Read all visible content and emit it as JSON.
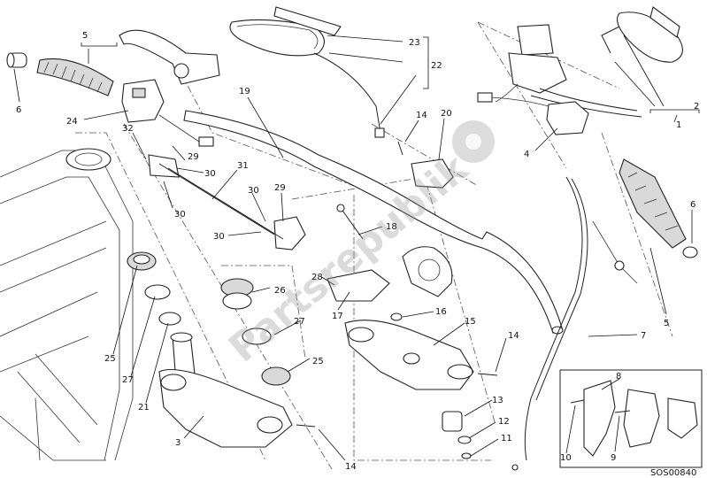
{
  "diagram_code": "SOS00840",
  "watermark": "Partsrepublik",
  "callouts": [
    {
      "id": "c1",
      "text": "1"
    },
    {
      "id": "c2",
      "text": "2"
    },
    {
      "id": "c3",
      "text": "3"
    },
    {
      "id": "c4",
      "text": "4"
    },
    {
      "id": "c5a",
      "text": "5"
    },
    {
      "id": "c5b",
      "text": "5"
    },
    {
      "id": "c6a",
      "text": "6"
    },
    {
      "id": "c6b",
      "text": "6"
    },
    {
      "id": "c7",
      "text": "7"
    },
    {
      "id": "c8",
      "text": "8"
    },
    {
      "id": "c9",
      "text": "9"
    },
    {
      "id": "c10",
      "text": "10"
    },
    {
      "id": "c11",
      "text": "11"
    },
    {
      "id": "c12",
      "text": "12"
    },
    {
      "id": "c13",
      "text": "13"
    },
    {
      "id": "c14a",
      "text": "14"
    },
    {
      "id": "c14b",
      "text": "14"
    },
    {
      "id": "c14c",
      "text": "14"
    },
    {
      "id": "c15",
      "text": "15"
    },
    {
      "id": "c16",
      "text": "16"
    },
    {
      "id": "c17",
      "text": "17"
    },
    {
      "id": "c18",
      "text": "18"
    },
    {
      "id": "c19",
      "text": "19"
    },
    {
      "id": "c20",
      "text": "20"
    },
    {
      "id": "c21",
      "text": "21"
    },
    {
      "id": "c22",
      "text": "22"
    },
    {
      "id": "c23",
      "text": "23"
    },
    {
      "id": "c24",
      "text": "24"
    },
    {
      "id": "c25a",
      "text": "25"
    },
    {
      "id": "c25b",
      "text": "25"
    },
    {
      "id": "c26",
      "text": "26"
    },
    {
      "id": "c27a",
      "text": "27"
    },
    {
      "id": "c27b",
      "text": "27"
    },
    {
      "id": "c28",
      "text": "28"
    },
    {
      "id": "c29a",
      "text": "29"
    },
    {
      "id": "c29b",
      "text": "29"
    },
    {
      "id": "c30a",
      "text": "30"
    },
    {
      "id": "c30b",
      "text": "30"
    },
    {
      "id": "c30c",
      "text": "30"
    },
    {
      "id": "c30d",
      "text": "30"
    },
    {
      "id": "c31",
      "text": "31"
    },
    {
      "id": "c32",
      "text": "32"
    }
  ]
}
